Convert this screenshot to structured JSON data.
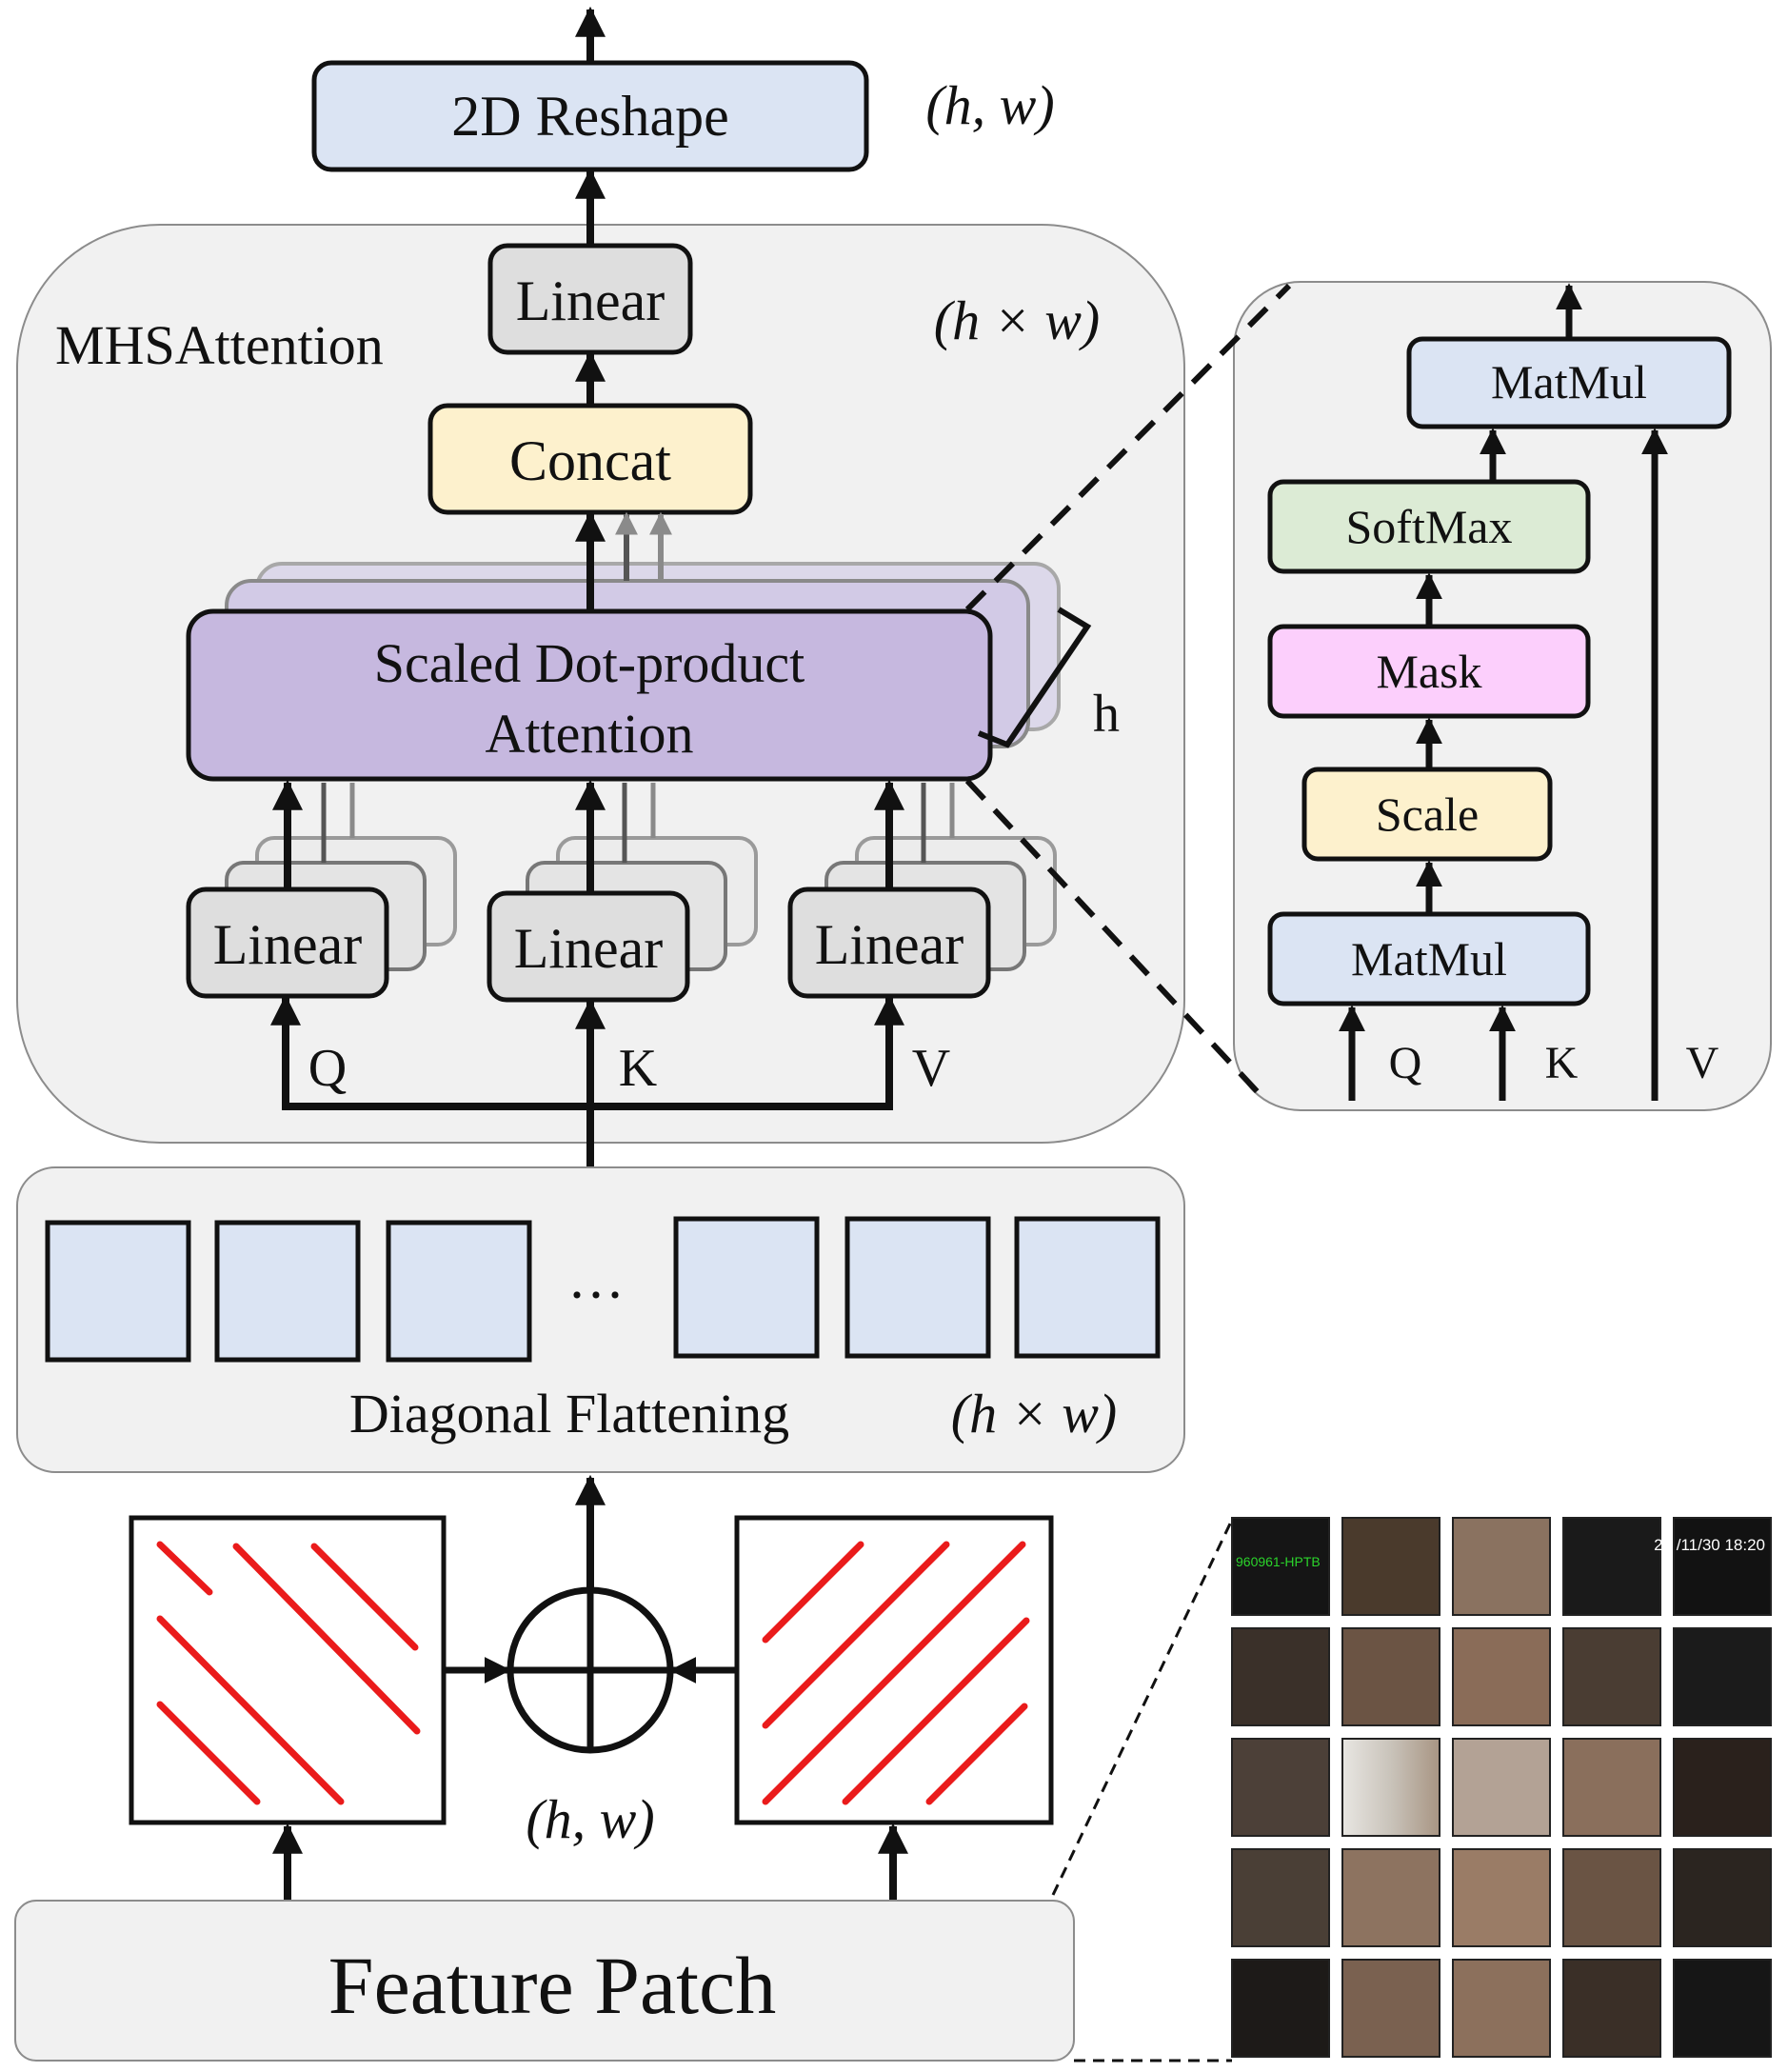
{
  "title": "",
  "reshape": {
    "label": "2D Reshape",
    "dim": "(h, w)"
  },
  "mhsa": {
    "title": "MHSAttention",
    "dim": "(h ×  w)",
    "out_linear": "Linear",
    "concat": "Concat",
    "sdpa_line1": "Scaled Dot-product",
    "sdpa_line2": "Attention",
    "heads_label": "h",
    "linears": [
      "Linear",
      "Linear",
      "Linear"
    ],
    "inputs": [
      "Q",
      "K",
      "V"
    ]
  },
  "detail": {
    "matmul_top": "MatMul",
    "softmax": "SoftMax",
    "mask": "Mask",
    "scale": "Scale",
    "matmul_bottom": "MatMul",
    "inputs": [
      "Q",
      "K",
      "V"
    ]
  },
  "flatten": {
    "label": "Diagonal Flattening",
    "dim": "(h ×  w)",
    "ellipsis": "···"
  },
  "combine": {
    "dim": "(h, w)"
  },
  "feature_patch": {
    "label": "Feature Patch"
  },
  "patch_grid": {
    "rows": 5,
    "cols": 5,
    "overlay_left": "960961-HPTB",
    "overlay_right": "20  /11/30  18:20"
  },
  "colors": {
    "panel_bg": "#f1f1f1",
    "blue_box": "#dbe4f3",
    "linear_box": "#dedede",
    "concat_box": "#fdf1cd",
    "sdpa_box": "#c6b8df",
    "softmax_box": "#dcebd5",
    "mask_box": "#fccffc",
    "scan_line": "#ea1b1b",
    "overlay_green": "#2bd42b"
  }
}
